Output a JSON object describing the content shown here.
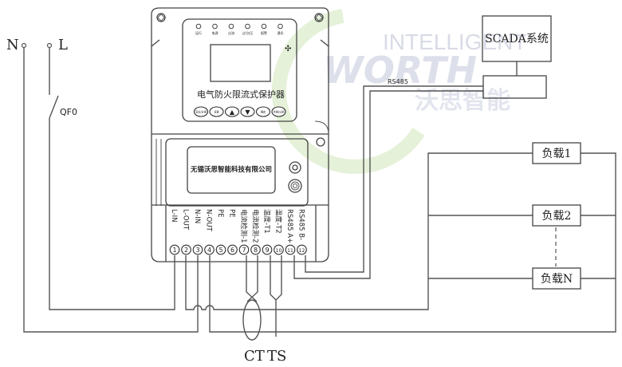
{
  "title": "电气防火限流式保护器 接线图",
  "watermark": {
    "line1": "INTELLIGENT",
    "line2": "WORTH",
    "line3": "沃思智能",
    "color": "#7fbf3f"
  },
  "supply": {
    "neutral_label": "N",
    "line_label": "L",
    "breaker_label": "QF0"
  },
  "device": {
    "name": "电气防火限流式保护器",
    "company": "无锡沃思智能科技有限公司",
    "leds": [
      "运行",
      "电源",
      "过流",
      "过/欠压",
      "报警",
      "通讯"
    ],
    "buttons": [
      {
        "label": "复位/分闸",
        "icon": "reset"
      },
      {
        "label": "设置",
        "icon": "set"
      },
      {
        "label": "▲",
        "icon": "arrow-up-icon"
      },
      {
        "label": "▼",
        "icon": "arrow-down-icon"
      },
      {
        "label": "确定",
        "icon": "enter"
      },
      {
        "label": "合闸/分闸",
        "icon": "switch"
      }
    ],
    "terminals": [
      {
        "no": "1",
        "label": "L-IN"
      },
      {
        "no": "2",
        "label": "L-OUT"
      },
      {
        "no": "3",
        "label": "N-IN"
      },
      {
        "no": "4",
        "label": "N-OUT"
      },
      {
        "no": "5",
        "label": "PE"
      },
      {
        "no": "6",
        "label": "PE"
      },
      {
        "no": "7",
        "label": "电流检测-1"
      },
      {
        "no": "8",
        "label": "电流检测-2"
      },
      {
        "no": "9",
        "label": "温度-T1"
      },
      {
        "no": "10",
        "label": "温度-T2"
      },
      {
        "no": "11",
        "label": "RS485 A+"
      },
      {
        "no": "12",
        "label": "RS485 B-"
      }
    ]
  },
  "communication": {
    "bus_label": "RS485",
    "scada_label": "SCADA系统"
  },
  "loads": [
    {
      "label": "负载1"
    },
    {
      "label": "负载2"
    },
    {
      "label": "负载N"
    }
  ],
  "sensors": {
    "ct_label": "CT",
    "ts_label": "TS"
  }
}
